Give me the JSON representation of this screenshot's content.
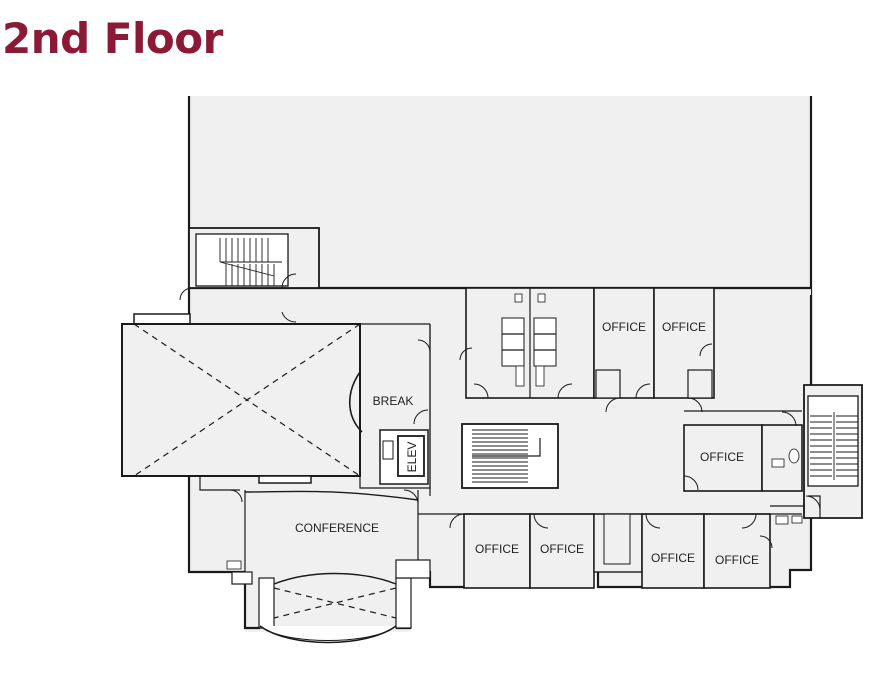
{
  "page": {
    "title": "2nd Floor"
  },
  "colors": {
    "title": "#8b1a36",
    "room_fill": "#f0f0f0",
    "wall": "#1a1a1a"
  },
  "rooms": {
    "break": "BREAK",
    "elevator": "ELEV",
    "conference": "CONFERENCE",
    "office_upper_left": "OFFICE",
    "office_upper_right": "OFFICE",
    "office_right": "OFFICE",
    "office_lower_1": "OFFICE",
    "office_lower_2": "OFFICE",
    "office_lower_3": "OFFICE",
    "office_lower_4": "OFFICE"
  }
}
